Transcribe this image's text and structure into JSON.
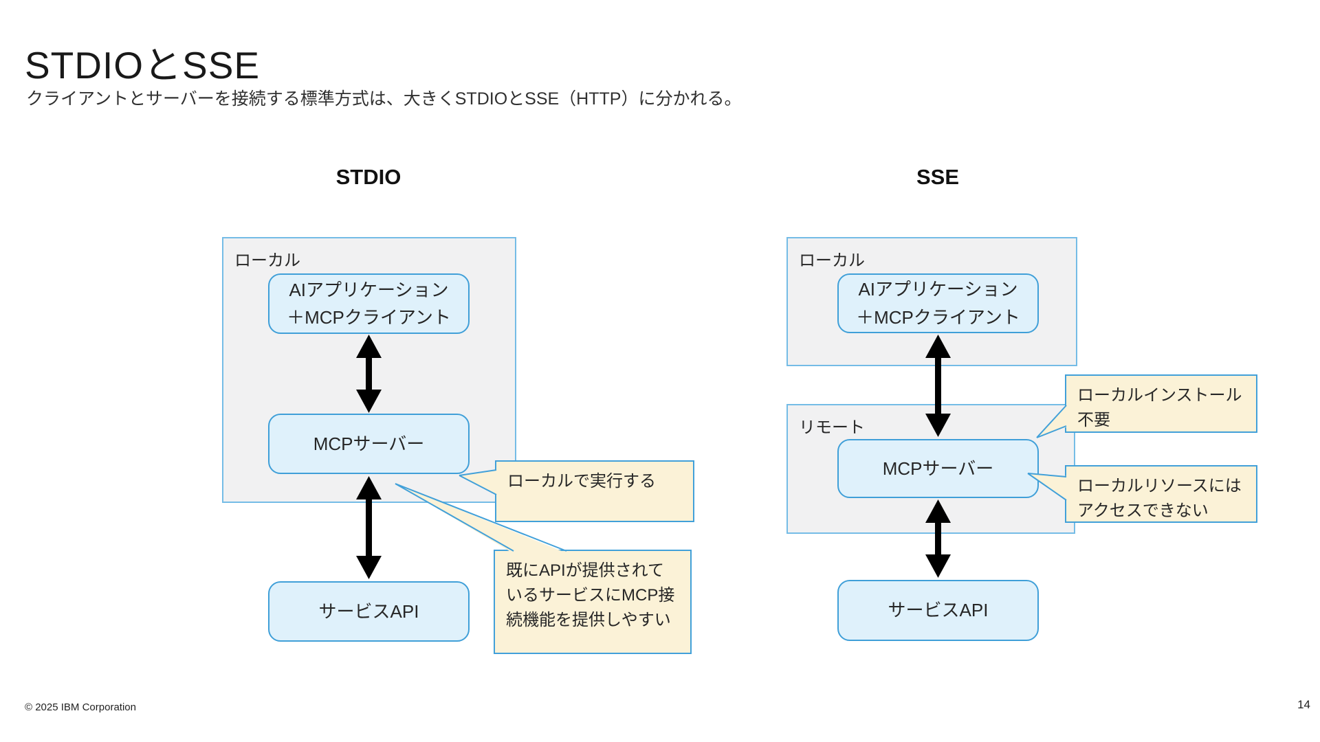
{
  "slide": {
    "title": "STDIOとSSE",
    "subtitle": "クライアントとサーバーを接続する標準方式は、大きくSTDIOとSSE（HTTP）に分かれる。",
    "footer": "© 2025 IBM Corporation",
    "page_number": "14"
  },
  "colors": {
    "box_fill": "#dff1fb",
    "box_border": "#3f9fd8",
    "group_fill": "#f1f1f2",
    "group_border": "#74bce6",
    "callout_fill": "#fbf2d7",
    "callout_border": "#41a0d9",
    "arrow": "#000000",
    "text": "#262626"
  },
  "diagrams": {
    "stdio": {
      "heading": "STDIO",
      "group_label": "ローカル",
      "nodes": {
        "ai_app": {
          "lines": [
            "AIアプリケーション",
            "＋MCPクライアント"
          ]
        },
        "mcp_server": "MCPサーバー",
        "service_api": "サービスAPI"
      },
      "callouts": {
        "run_local": "ローカルで実行する",
        "existing_api": {
          "lines": [
            "既にAPIが提供されて",
            "いるサービスにMCP接",
            "続機能を提供しやすい"
          ]
        }
      }
    },
    "sse": {
      "heading": "SSE",
      "local_group_label": "ローカル",
      "remote_group_label": "リモート",
      "nodes": {
        "ai_app": {
          "lines": [
            "AIアプリケーション",
            "＋MCPクライアント"
          ]
        },
        "mcp_server": "MCPサーバー",
        "service_api": "サービスAPI"
      },
      "callouts": {
        "no_install": {
          "lines": [
            "ローカルインストール",
            "不要"
          ]
        },
        "no_local_resource": {
          "lines": [
            "ローカルリソースには",
            "アクセスできない"
          ]
        }
      }
    }
  }
}
